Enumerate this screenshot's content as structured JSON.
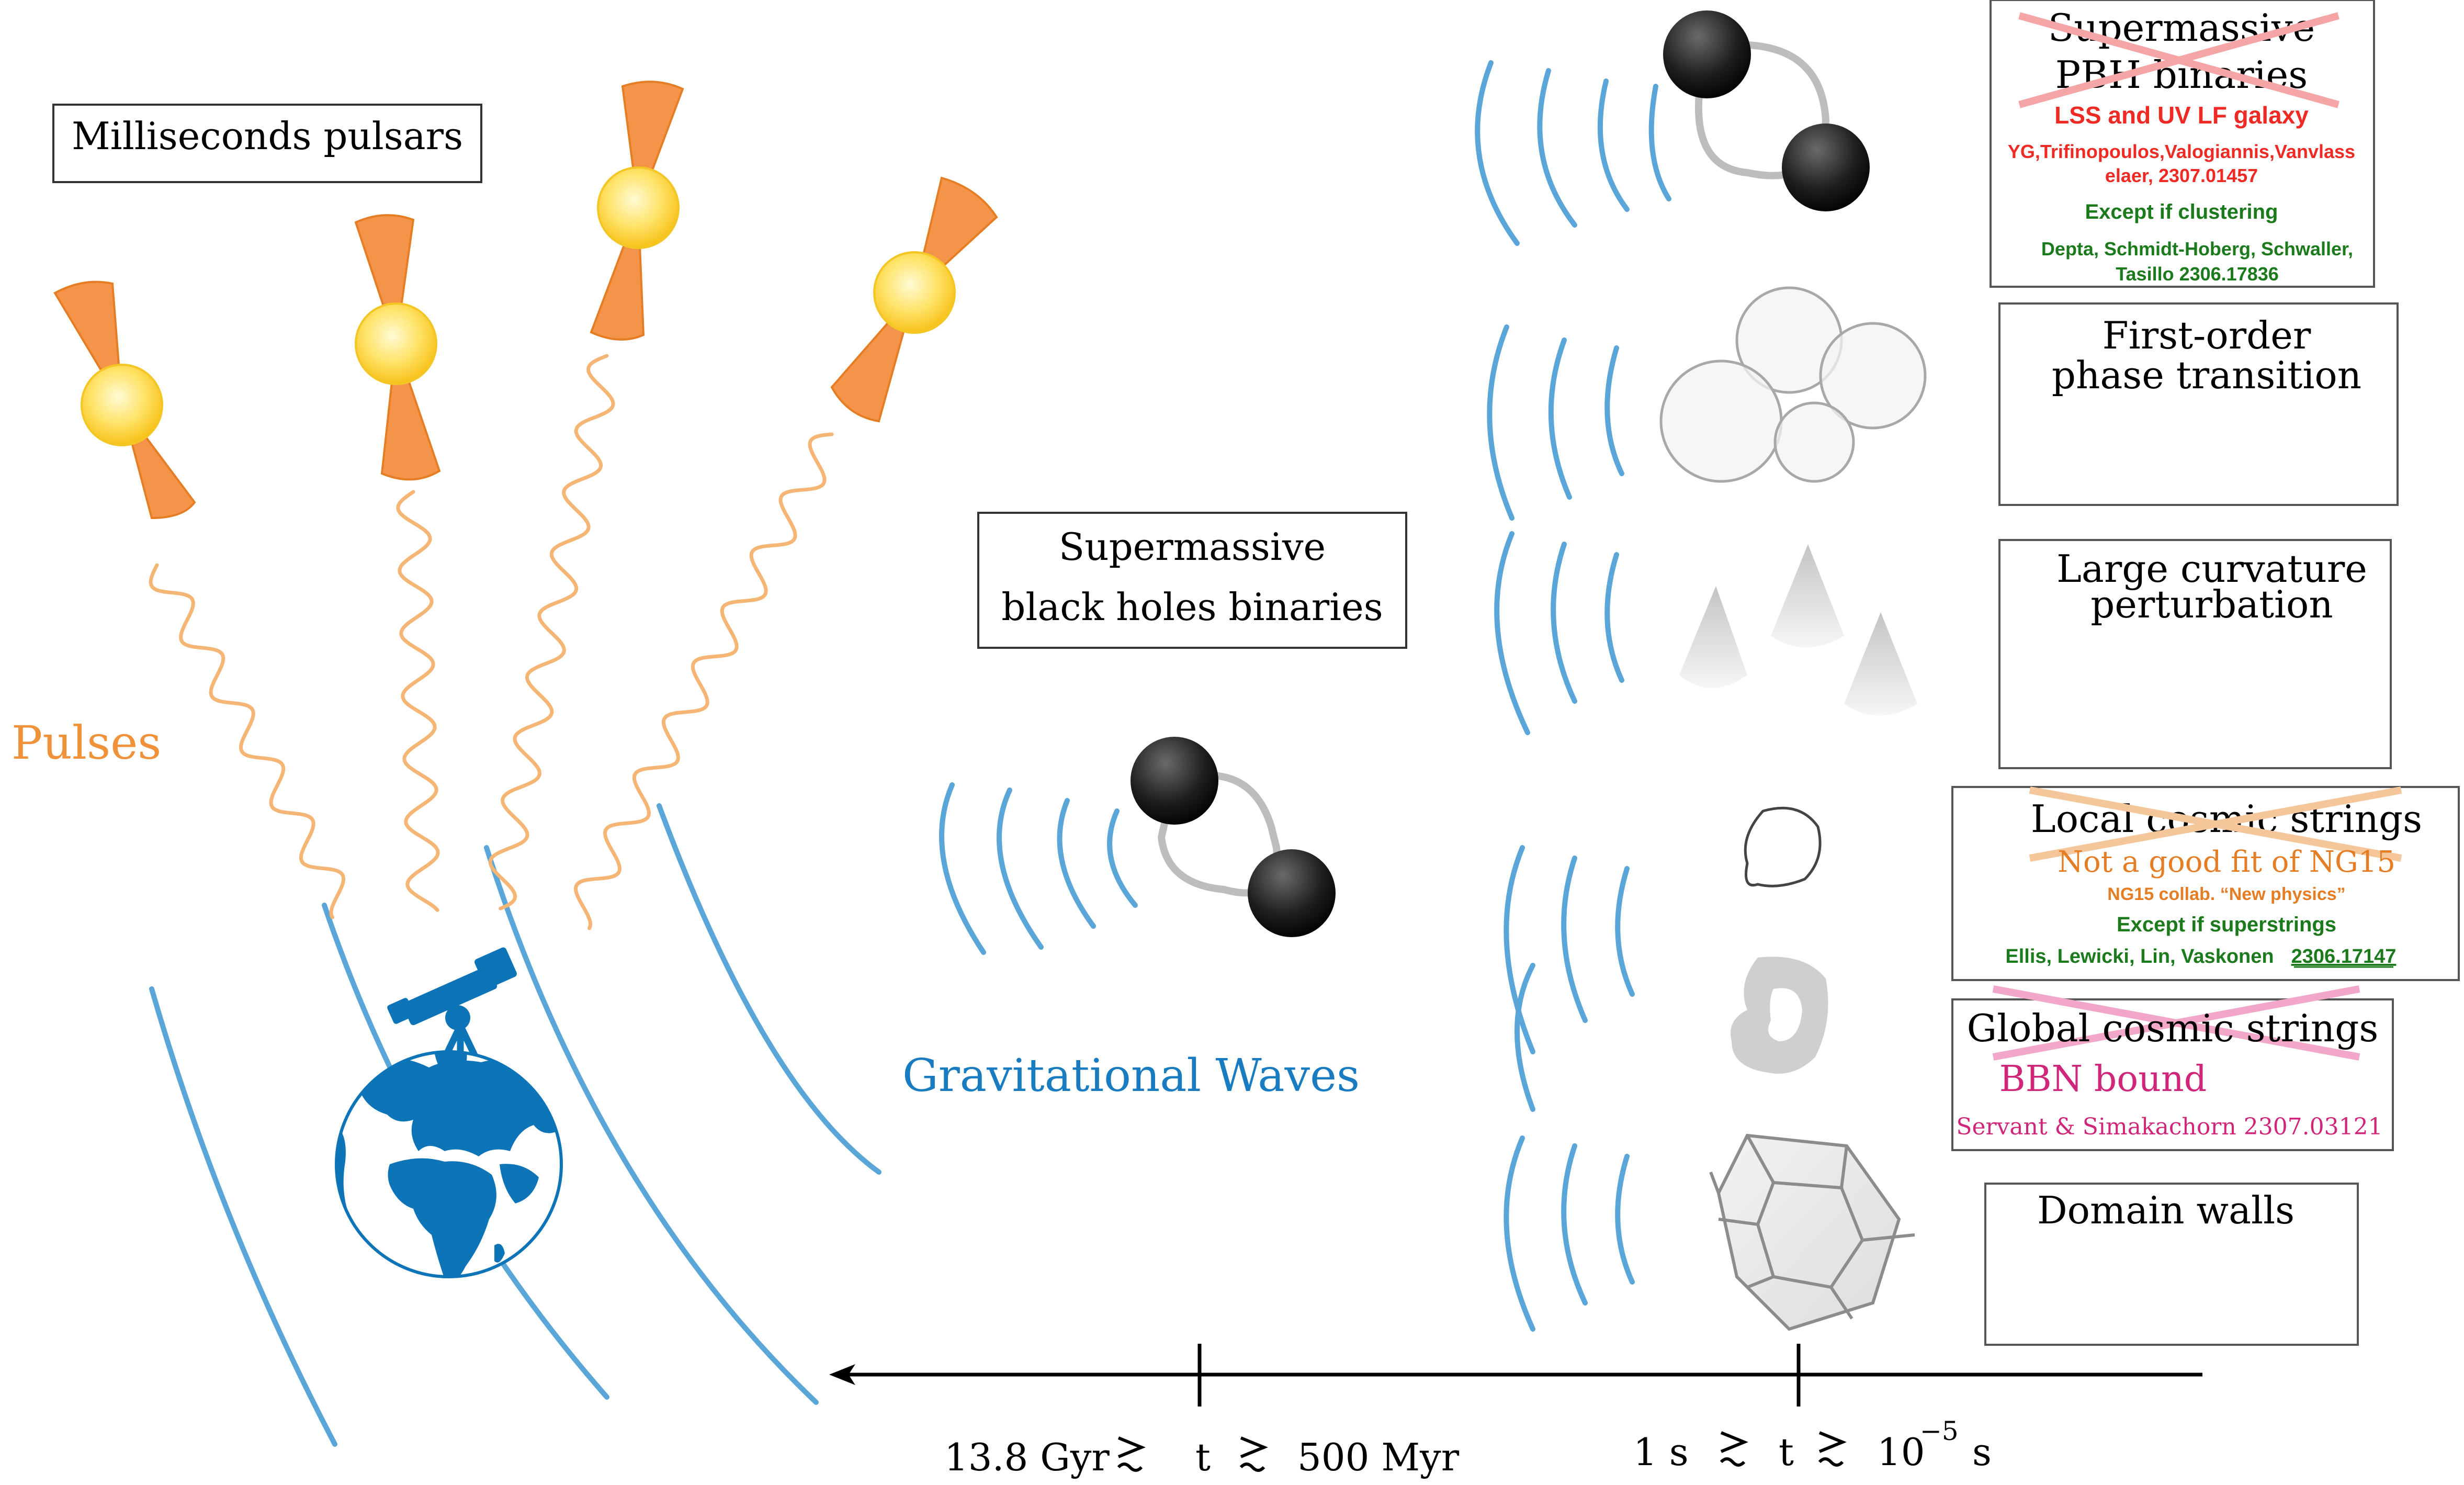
{
  "labels": {
    "msp_label": "Milliseconds pulsars",
    "pulses_label": "Pulses",
    "gw_label": "Gravitational Waves",
    "smbh_line1": "Supermassive",
    "smbh_line2": "black holes binaries"
  },
  "sources": {
    "pbh": {
      "title1": "Supermassive",
      "title2": "PBH binaries",
      "note1": "LSS and UV LF galaxy",
      "note2": "YG,Trifinopoulos,Valogiannis,Vanvlass",
      "note3": "elaer, 2307.01457",
      "except": "Except if clustering",
      "ref1": "Depta, Schmidt-Hoberg, Schwaller,",
      "ref2": "Tasillo 2306.17836"
    },
    "fopt": {
      "title1": "First-order",
      "title2": "phase transition"
    },
    "curv": {
      "title1": "Large curvature",
      "title2": "perturbation"
    },
    "local": {
      "title": "Local cosmic strings",
      "note1": "Not a good fit of NG15",
      "note2": "NG15 collab. “New physics”",
      "except": "Except if superstrings",
      "ref": "Ellis, Lewicki, Lin, Vaskonen",
      "ref_id": "2306.17147"
    },
    "global": {
      "title": "Global cosmic strings",
      "note1": "BBN bound",
      "note2": "Servant & Simakachorn 2307.03121"
    },
    "dw": {
      "title": "Domain walls"
    }
  },
  "axis": {
    "late_left": "13.8 Gyr",
    "late_mid": "t",
    "late_right": "500 Myr",
    "early_left": "1 s",
    "early_mid": "t",
    "early_base": "10",
    "early_exp": "−5",
    "early_unit": "s"
  },
  "colors": {
    "orange": "#f0923a",
    "blue": "#5aa6d8",
    "earth_blue": "#0d74b8",
    "red": "#ee2a24",
    "green": "#1b7a1b",
    "magenta": "#d0267a",
    "dark_orange": "#e57d24"
  }
}
